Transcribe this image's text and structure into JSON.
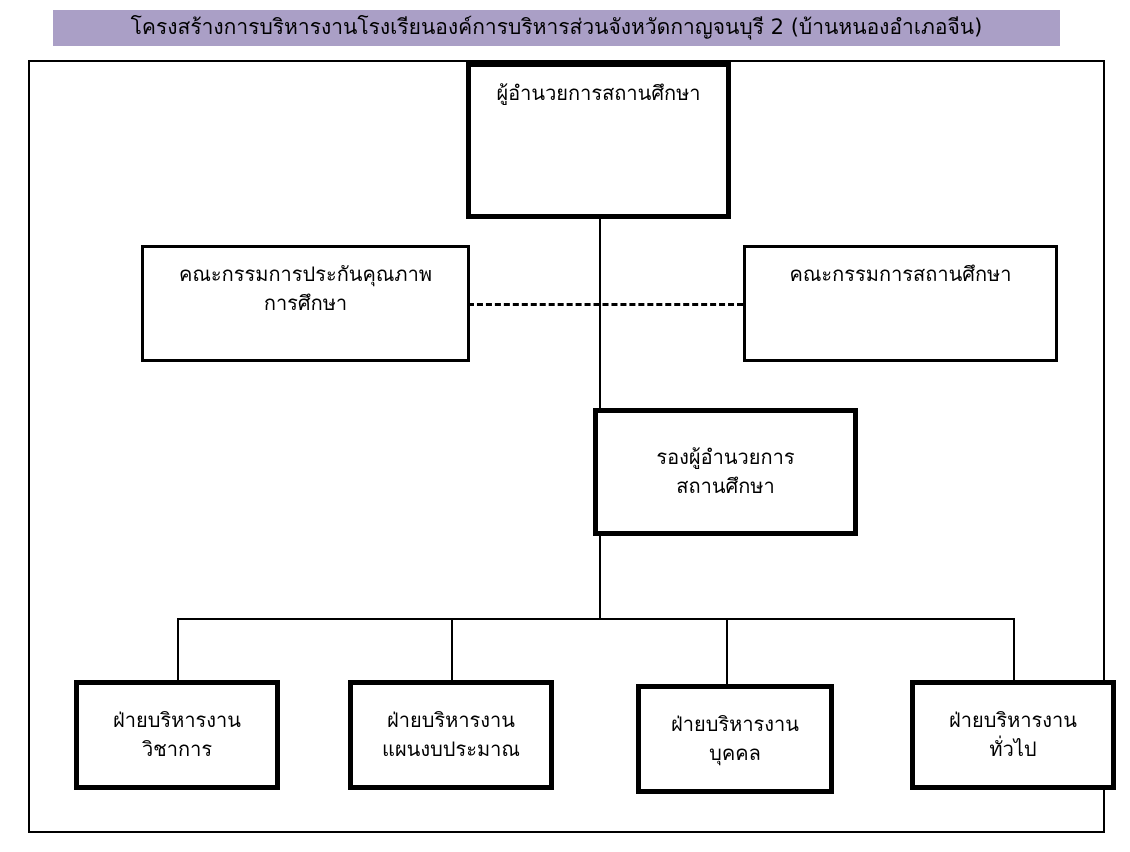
{
  "title": {
    "text": "โครงสร้างการบริหารงานโรงเรียนองค์การบริหารส่วนจังหวัดกาญจนบุรี 2 (บ้านหนองอำเภอจีน)",
    "banner_color": "#aa9fc6"
  },
  "chart_data": {
    "type": "diagram",
    "diagram_kind": "organizational-chart",
    "orientation": "top-down",
    "nodes": [
      {
        "id": "director",
        "lines": [
          "ผู้อำนวยการสถานศึกษา"
        ],
        "level": 0,
        "border": "thick"
      },
      {
        "id": "quality-assurance-committee",
        "lines": [
          "คณะกรรมการประกันคุณภาพ",
          "การศึกษา"
        ],
        "level": 1,
        "border": "thin"
      },
      {
        "id": "school-board-committee",
        "lines": [
          "คณะกรรมการสถานศึกษา"
        ],
        "level": 1,
        "border": "thin"
      },
      {
        "id": "deputy-director",
        "lines": [
          "รองผู้อำนวยการ",
          "สถานศึกษา"
        ],
        "level": 2,
        "border": "thick"
      },
      {
        "id": "academic-affairs",
        "lines": [
          "ฝ่ายบริหารงาน",
          "วิชาการ"
        ],
        "level": 3,
        "border": "thick"
      },
      {
        "id": "budget-planning",
        "lines": [
          "ฝ่ายบริหารงาน",
          "แผนงบประมาณ"
        ],
        "level": 3,
        "border": "thick"
      },
      {
        "id": "personnel",
        "lines": [
          "ฝ่ายบริหารงาน",
          "บุคคล"
        ],
        "level": 3,
        "border": "thick"
      },
      {
        "id": "general-affairs",
        "lines": [
          "ฝ่ายบริหารงาน",
          "ทั่วไป"
        ],
        "level": 3,
        "border": "thick"
      }
    ],
    "edges": [
      {
        "from": "director",
        "to": "deputy-director",
        "style": "solid"
      },
      {
        "from": "quality-assurance-committee",
        "to": "school-board-committee",
        "style": "dashed"
      },
      {
        "from": "deputy-director",
        "to": "academic-affairs",
        "style": "solid"
      },
      {
        "from": "deputy-director",
        "to": "budget-planning",
        "style": "solid"
      },
      {
        "from": "deputy-director",
        "to": "personnel",
        "style": "solid"
      },
      {
        "from": "deputy-director",
        "to": "general-affairs",
        "style": "solid"
      }
    ]
  },
  "nodes": {
    "director": {
      "line1": "ผู้อำนวยการสถานศึกษา"
    },
    "quality_assurance": {
      "line1": "คณะกรรมการประกันคุณภาพ",
      "line2": "การศึกษา"
    },
    "school_board": {
      "line1": "คณะกรรมการสถานศึกษา"
    },
    "deputy_director": {
      "line1": "รองผู้อำนวยการ",
      "line2": "สถานศึกษา"
    },
    "academic": {
      "line1": "ฝ่ายบริหารงาน",
      "line2": "วิชาการ"
    },
    "budget": {
      "line1": "ฝ่ายบริหารงาน",
      "line2": "แผนงบประมาณ"
    },
    "personnel": {
      "line1": "ฝ่ายบริหารงาน",
      "line2": "บุคคล"
    },
    "general": {
      "line1": "ฝ่ายบริหารงาน",
      "line2": "ทั่วไป"
    }
  }
}
